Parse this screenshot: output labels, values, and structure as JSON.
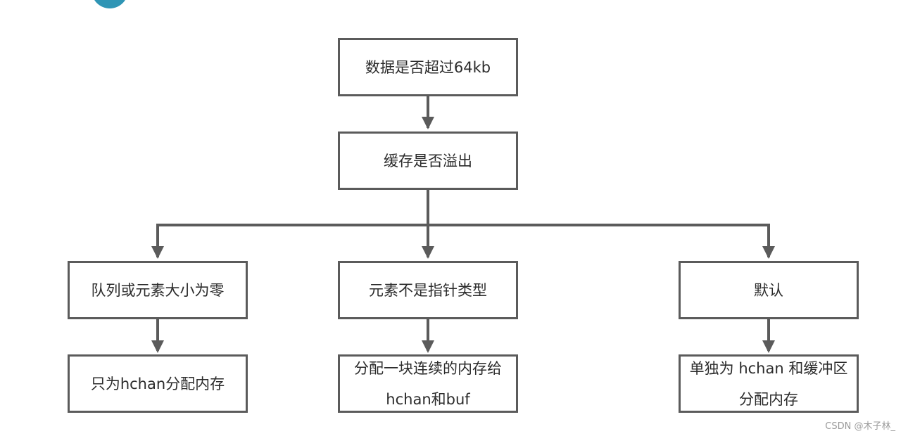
{
  "nodes": {
    "root": "数据是否超过64kb",
    "buffer_overflow": "缓存是否溢出",
    "zero_size": "队列或元素大小为零",
    "not_pointer": "元素不是指针类型",
    "default": "默认",
    "alloc_hchan_only": "只为hchan分配内存",
    "alloc_contiguous": "分配一块连续的内存给hchan和buf",
    "alloc_separate": "单独为 hchan 和缓冲区分配内存"
  },
  "watermark": "CSDN @木子林_",
  "colors": {
    "border": "#5b5b5b",
    "text": "#2b2b2b",
    "logo": "#2f95b5"
  }
}
